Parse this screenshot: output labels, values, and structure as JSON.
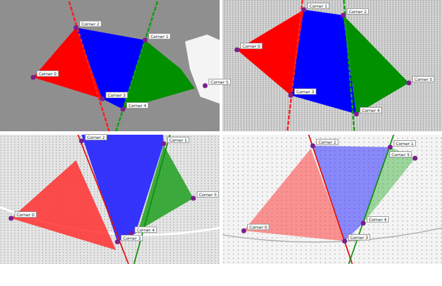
{
  "diagram": {
    "labels": [
      "Corner 2",
      "Corner 1",
      "Corner 0",
      "Corner 3",
      "Corner 4",
      "Corner 5",
      "Corner 1",
      "Corner 2",
      "Corner 0",
      "Corner 3",
      "Corner 4",
      "Corner 5",
      "Corner 2",
      "Corner 1",
      "Corner 0",
      "Corner 3",
      "Corner 4",
      "Corner 5",
      "Corner 2",
      "Corner 1",
      "Corner 0",
      "Corner 3",
      "Corner 4",
      "Corner 5"
    ]
  }
}
